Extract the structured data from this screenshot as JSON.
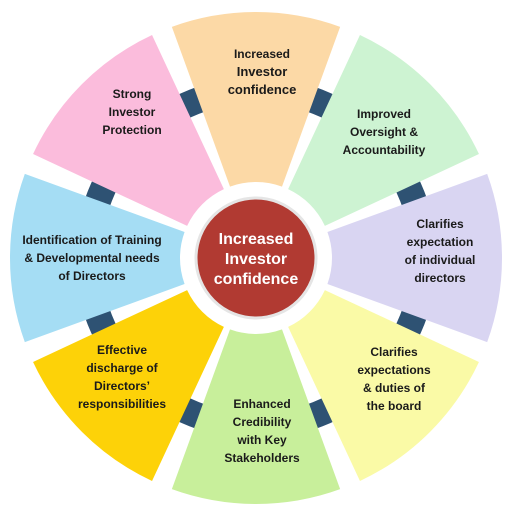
{
  "center": {
    "lines": [
      "Increased",
      "Investor",
      "confidence"
    ],
    "fill": "#b13a32",
    "stroke": "#e5e5e5"
  },
  "ring": {
    "fill": "#2e5273"
  },
  "segments": [
    {
      "id": "increased-investor-confidence",
      "lines": [
        "Increased",
        "Investor",
        "confidence"
      ],
      "fill": "#fcd9a6"
    },
    {
      "id": "improved-oversight",
      "lines": [
        "Improved",
        "Oversight &",
        "Accountability"
      ],
      "fill": "#cdf3d2"
    },
    {
      "id": "clarifies-expectation-individual",
      "lines": [
        "Clarifies",
        "expectation",
        "of individual",
        "directors"
      ],
      "fill": "#d9d5f2"
    },
    {
      "id": "clarifies-expectations-board",
      "lines": [
        "Clarifies",
        "expectations",
        "& duties of",
        "the board"
      ],
      "fill": "#fafaa6"
    },
    {
      "id": "enhanced-credibility",
      "lines": [
        "Enhanced",
        "Credibility",
        "with Key",
        "Stakeholders"
      ],
      "fill": "#c8ef9b"
    },
    {
      "id": "effective-discharge",
      "lines": [
        "Effective",
        "discharge of",
        "Directors’",
        "responsibilities"
      ],
      "fill": "#fdd208"
    },
    {
      "id": "identification-training",
      "lines": [
        "Identification of Training",
        "& Developmental needs",
        "of Directors"
      ],
      "fill": "#a5ddf4"
    },
    {
      "id": "strong-investor-protection",
      "lines": [
        "Strong",
        "Investor",
        "Protection"
      ],
      "fill": "#fbbcdc"
    }
  ]
}
